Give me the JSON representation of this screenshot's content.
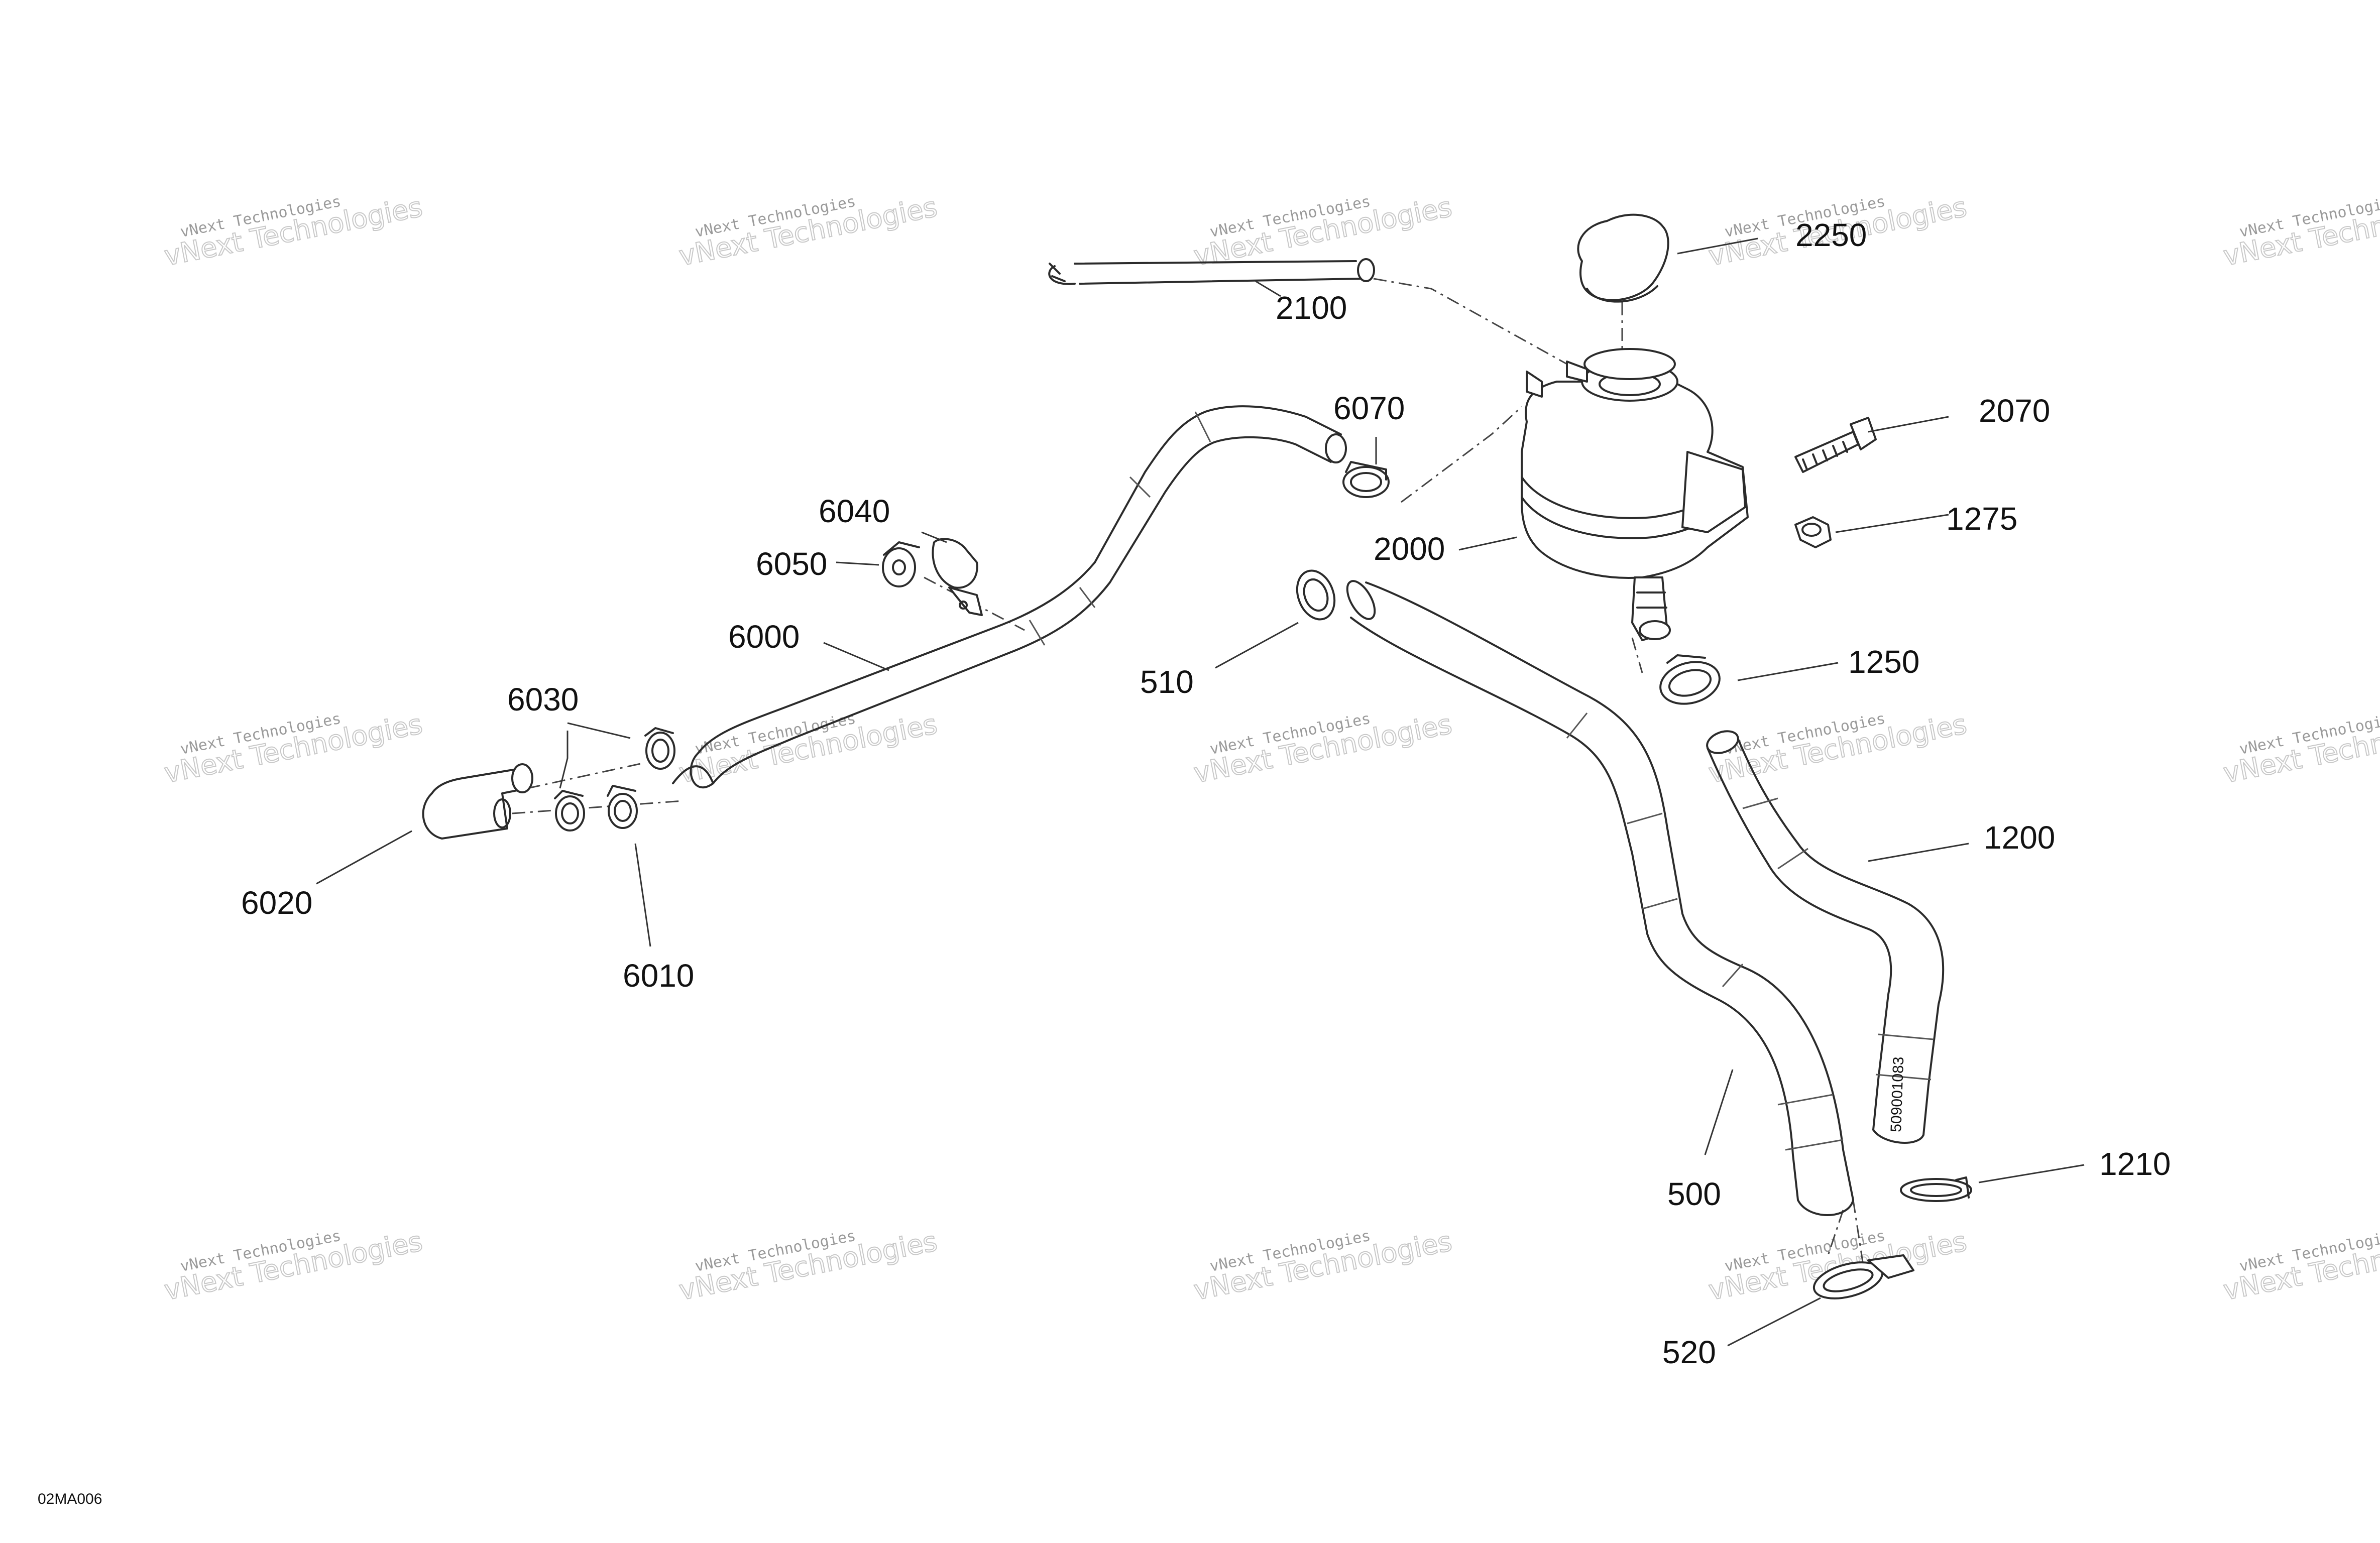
{
  "watermark": {
    "line1": "vNext Technologies",
    "line2": "vNext Technologies"
  },
  "drawing_ref": "02MA006",
  "hose_marking": "509001083",
  "callouts": {
    "c2250": "2250",
    "c2100": "2100",
    "c2070": "2070",
    "c6070": "6070",
    "c1275": "1275",
    "c6040": "6040",
    "c2000": "2000",
    "c6050": "6050",
    "c6000": "6000",
    "c510": "510",
    "c1250": "1250",
    "c6030": "6030",
    "c1200": "1200",
    "c6020": "6020",
    "c6010": "6010",
    "c500": "500",
    "c1210": "1210",
    "c520": "520"
  }
}
